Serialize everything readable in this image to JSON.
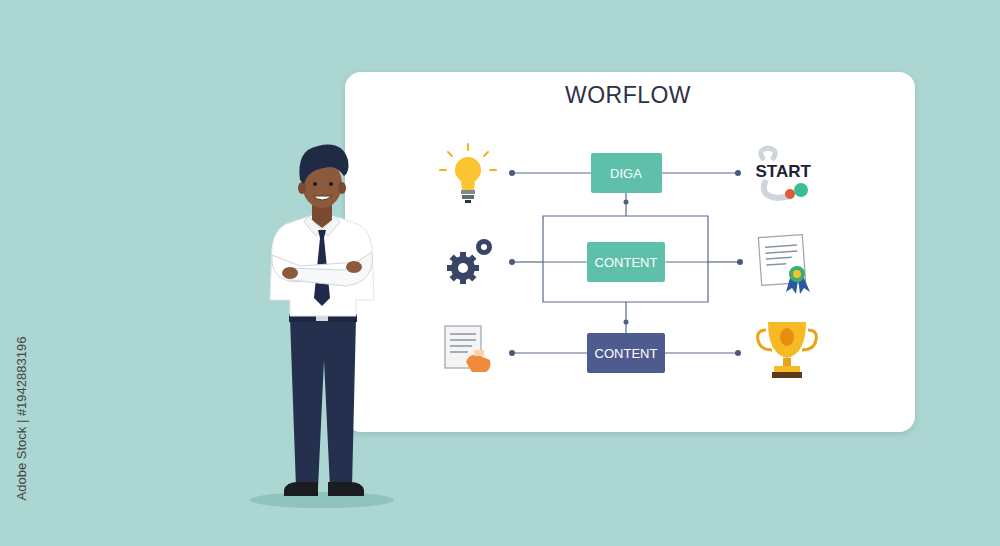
{
  "diagram": {
    "title": "WORFLOW",
    "nodes": [
      {
        "text": [
          "DIGA"
        ]
      },
      {
        "text": [
          "CONTENT"
        ]
      },
      {
        "text": [
          "CONTENT"
        ]
      }
    ],
    "edges": [
      {
        "from": 0,
        "to": 1,
        "arrow": "none"
      },
      {
        "from": 1,
        "to": 2,
        "arrow": "none"
      }
    ],
    "labels": [
      "START",
      "Adobe Stock | #1942883196"
    ]
  }
}
